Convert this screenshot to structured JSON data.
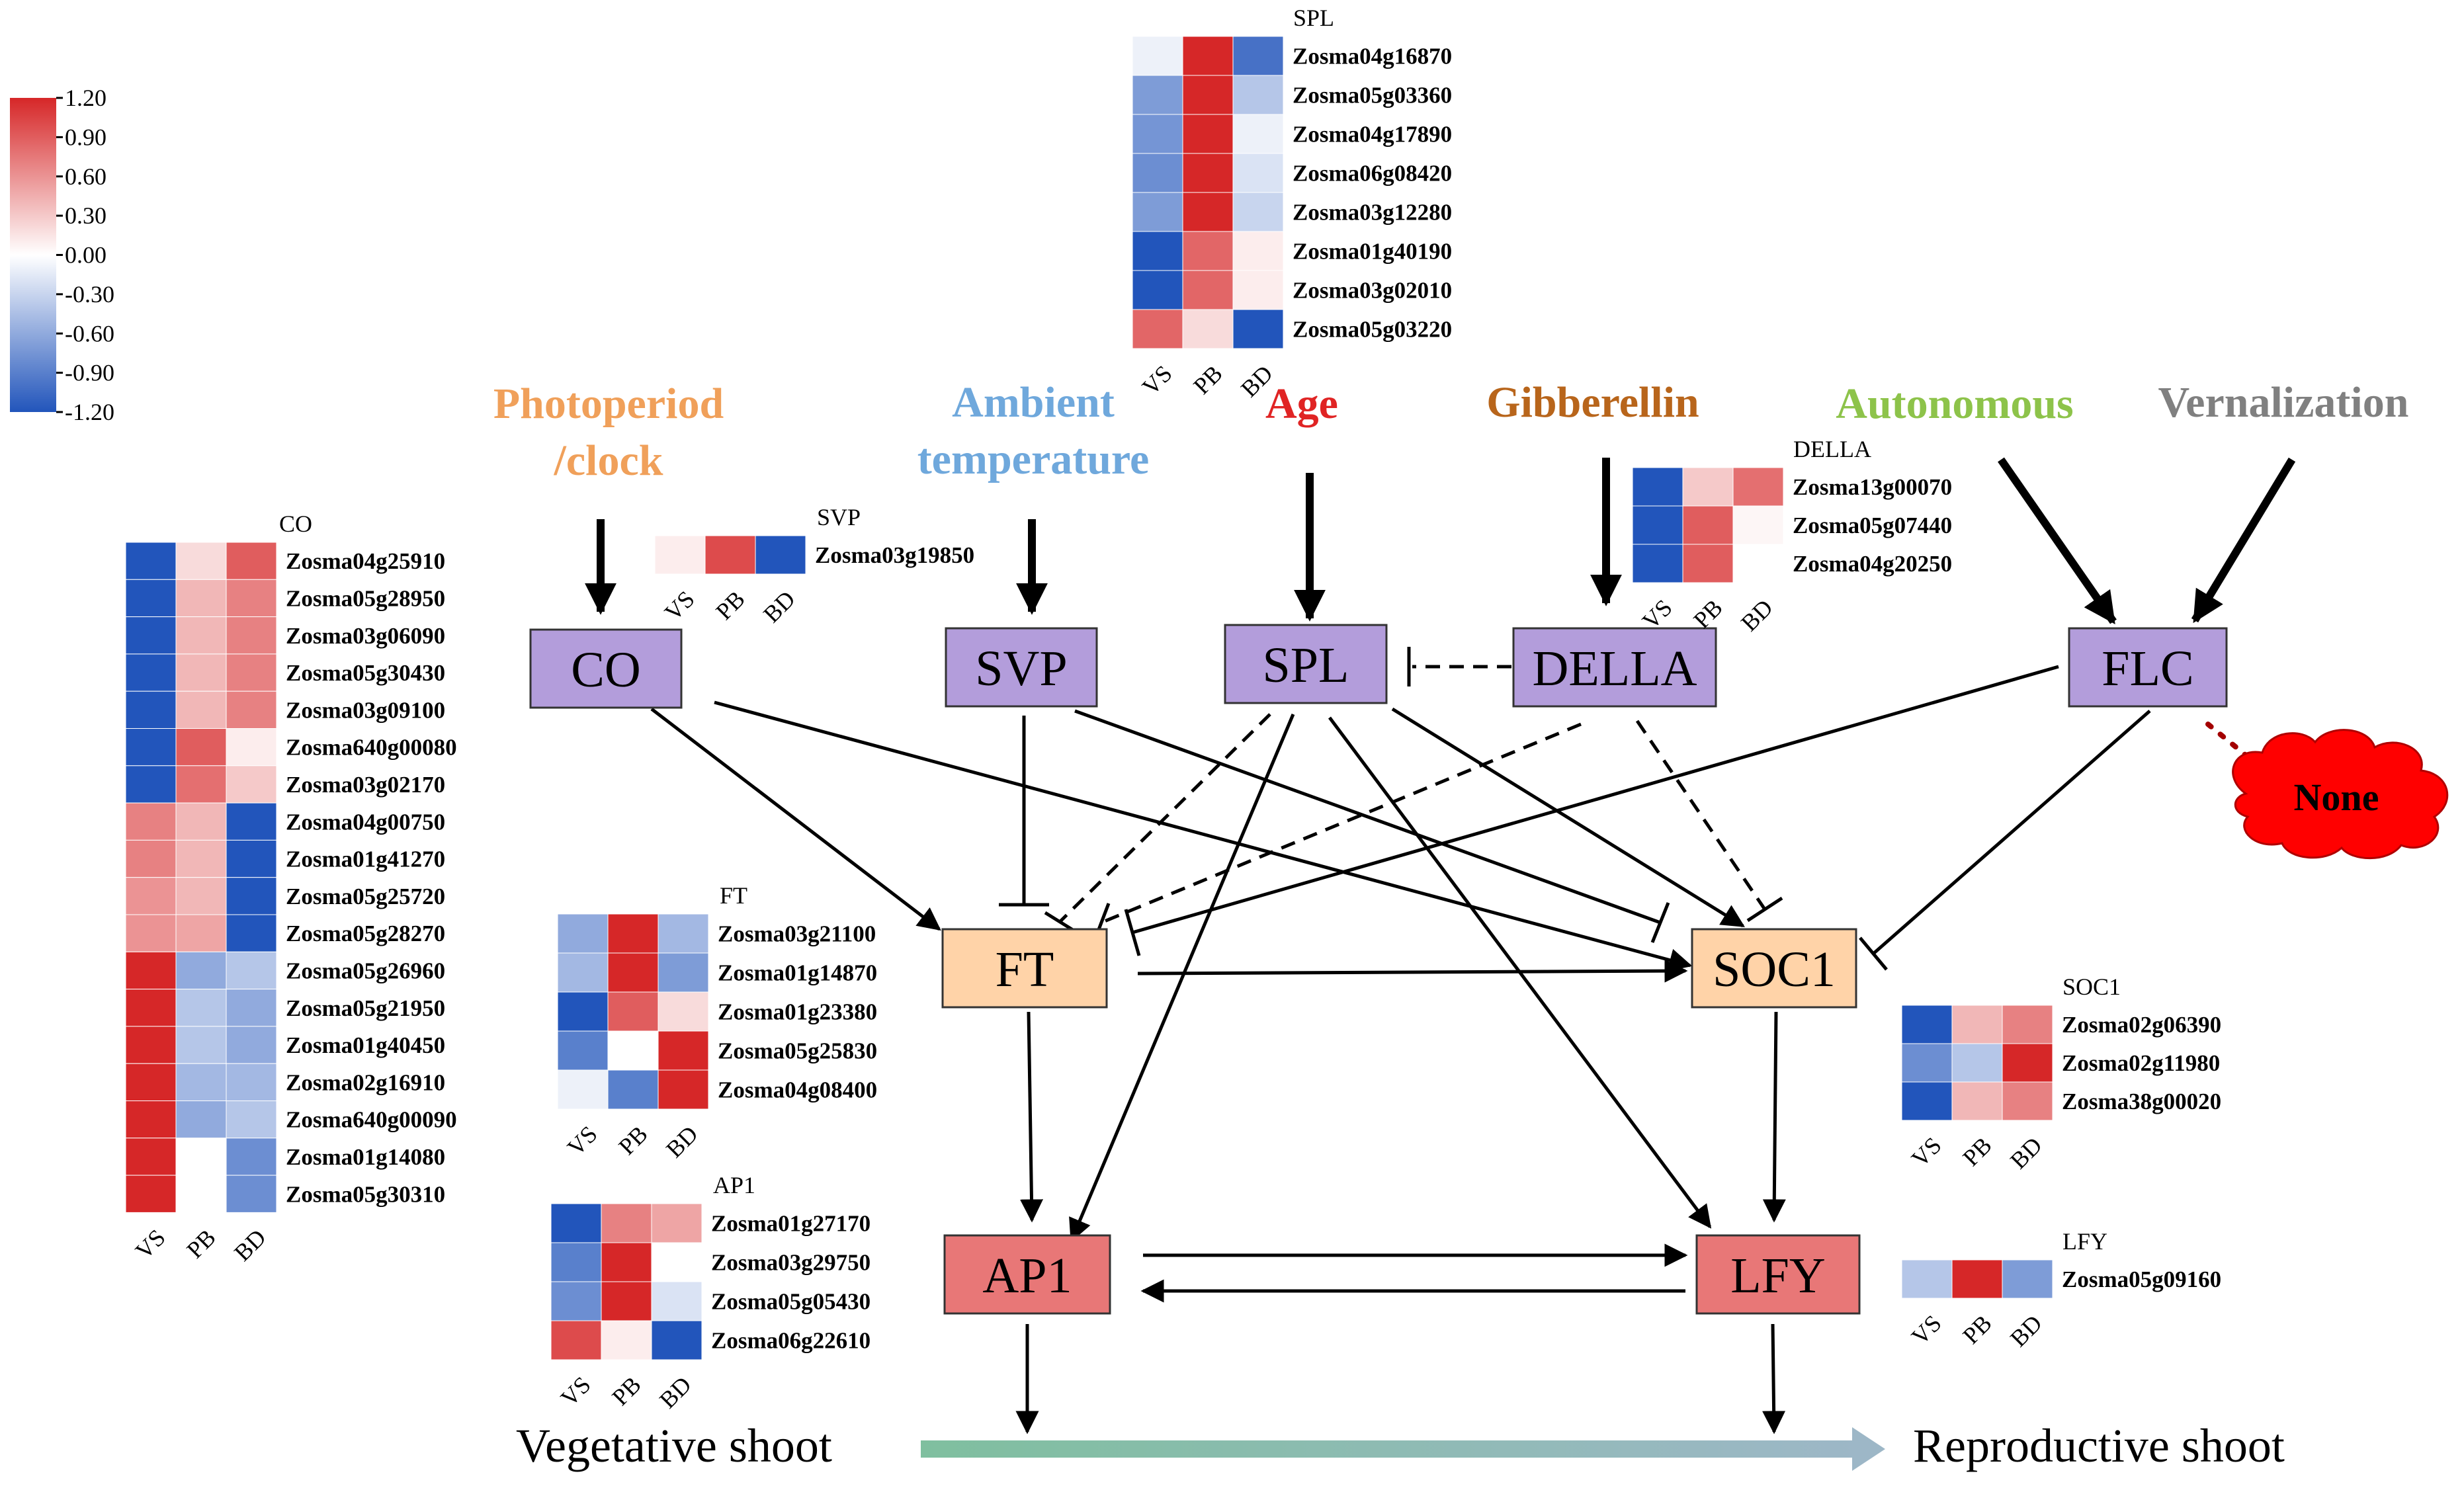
{
  "colors": {
    "purple_node": "#B39DDB",
    "peach_node": "#FFD3A8",
    "red_node": "#E87777",
    "none_blob": "#FF0000",
    "shoot_arrow": "#8FB3B3",
    "photoperiod": "#F0A05A",
    "ambient": "#6FA8DC",
    "age": "#E02424",
    "gibberellin": "#B8651B",
    "autonomous": "#8DC34A",
    "vernalization": "#808080"
  },
  "legend": {
    "ticks": [
      "1.20",
      "0.90",
      "0.60",
      "0.30",
      "0.00",
      "-0.30",
      "-0.60",
      "-0.90",
      "-1.20"
    ],
    "max": 1.2,
    "min": -1.2
  },
  "pathways": {
    "photoperiod_l1": "Photoperiod",
    "photoperiod_l2": "/clock",
    "ambient_l1": "Ambient",
    "ambient_l2": "temperature",
    "age": "Age",
    "gibberellin": "Gibberellin",
    "autonomous": "Autonomous",
    "vernalization": "Vernalization"
  },
  "nodes": {
    "CO": "CO",
    "SVP": "SVP",
    "SPL": "SPL",
    "DELLA": "DELLA",
    "FLC": "FLC",
    "FT": "FT",
    "SOC1": "SOC1",
    "AP1": "AP1",
    "LFY": "LFY",
    "none": "None"
  },
  "bottom": {
    "vegetative": "Vegetative shoot",
    "reproductive": "Reproductive shoot"
  },
  "heatmaps": [
    {
      "id": "SPL",
      "title": "SPL",
      "columns": [
        "VS",
        "PB",
        "BD"
      ],
      "genes": [
        "Zosma04g16870",
        "Zosma05g03360",
        "Zosma04g17890",
        "Zosma06g08420",
        "Zosma03g12280",
        "Zosma01g40190",
        "Zosma03g02010",
        "Zosma05g03220"
      ],
      "values": [
        [
          -0.1,
          1.2,
          -1.0
        ],
        [
          -0.7,
          1.2,
          -0.4
        ],
        [
          -0.75,
          1.2,
          -0.1
        ],
        [
          -0.8,
          1.2,
          -0.2
        ],
        [
          -0.7,
          1.2,
          -0.3
        ],
        [
          -1.2,
          0.85,
          0.1
        ],
        [
          -1.2,
          0.85,
          0.1
        ],
        [
          0.85,
          0.2,
          -1.2
        ]
      ]
    },
    {
      "id": "SVP",
      "title": "SVP",
      "columns": [
        "VS",
        "PB",
        "BD"
      ],
      "genes": [
        "Zosma03g19850"
      ],
      "values": [
        [
          0.1,
          1.0,
          -1.2
        ]
      ]
    },
    {
      "id": "DELLA",
      "title": "DELLA",
      "columns": [
        "VS",
        "PB",
        "BD"
      ],
      "genes": [
        "Zosma13g00070",
        "Zosma05g07440",
        "Zosma04g20250"
      ],
      "values": [
        [
          -1.2,
          0.3,
          0.8
        ],
        [
          -1.2,
          0.9,
          0.05
        ],
        [
          -1.2,
          0.9,
          0.0
        ]
      ]
    },
    {
      "id": "CO",
      "title": "CO",
      "columns": [
        "VS",
        "PB",
        "BD"
      ],
      "genes": [
        "Zosma04g25910",
        "Zosma05g28950",
        "Zosma03g06090",
        "Zosma05g30430",
        "Zosma03g09100",
        "Zosma640g00080",
        "Zosma03g02170",
        "Zosma04g00750",
        "Zosma01g41270",
        "Zosma05g25720",
        "Zosma05g28270",
        "Zosma05g26960",
        "Zosma05g21950",
        "Zosma01g40450",
        "Zosma02g16910",
        "Zosma640g00090",
        "Zosma01g14080",
        "Zosma05g30310"
      ],
      "values": [
        [
          -1.2,
          0.2,
          0.9
        ],
        [
          -1.2,
          0.4,
          0.7
        ],
        [
          -1.2,
          0.4,
          0.7
        ],
        [
          -1.2,
          0.4,
          0.7
        ],
        [
          -1.2,
          0.4,
          0.7
        ],
        [
          -1.2,
          0.9,
          0.1
        ],
        [
          -1.2,
          0.8,
          0.3
        ],
        [
          0.7,
          0.4,
          -1.2
        ],
        [
          0.7,
          0.4,
          -1.2
        ],
        [
          0.6,
          0.4,
          -1.2
        ],
        [
          0.6,
          0.5,
          -1.2
        ],
        [
          1.2,
          -0.6,
          -0.4
        ],
        [
          1.2,
          -0.4,
          -0.6
        ],
        [
          1.2,
          -0.4,
          -0.6
        ],
        [
          1.2,
          -0.5,
          -0.5
        ],
        [
          1.2,
          -0.6,
          -0.4
        ],
        [
          1.2,
          0.0,
          -0.8
        ],
        [
          1.2,
          0.0,
          -0.8
        ]
      ]
    },
    {
      "id": "FT",
      "title": "FT",
      "columns": [
        "VS",
        "PB",
        "BD"
      ],
      "genes": [
        "Zosma03g21100",
        "Zosma01g14870",
        "Zosma01g23380",
        "Zosma05g25830",
        "Zosma04g08400"
      ],
      "values": [
        [
          -0.6,
          1.2,
          -0.5
        ],
        [
          -0.5,
          1.2,
          -0.7
        ],
        [
          -1.2,
          0.9,
          0.2
        ],
        [
          -0.9,
          0.0,
          1.2
        ],
        [
          -0.1,
          -0.9,
          1.2
        ]
      ]
    },
    {
      "id": "SOC1",
      "title": "SOC1",
      "columns": [
        "VS",
        "PB",
        "BD"
      ],
      "genes": [
        "Zosma02g06390",
        "Zosma02g11980",
        "Zosma38g00020"
      ],
      "values": [
        [
          -1.2,
          0.4,
          0.7
        ],
        [
          -0.8,
          -0.4,
          1.2
        ],
        [
          -1.2,
          0.4,
          0.7
        ]
      ]
    },
    {
      "id": "AP1",
      "title": "AP1",
      "columns": [
        "VS",
        "PB",
        "BD"
      ],
      "genes": [
        "Zosma01g27170",
        "Zosma03g29750",
        "Zosma05g05430",
        "Zosma06g22610"
      ],
      "values": [
        [
          -1.2,
          0.7,
          0.5
        ],
        [
          -0.9,
          1.2,
          0.0
        ],
        [
          -0.8,
          1.2,
          -0.2
        ],
        [
          1.0,
          0.1,
          -1.2
        ]
      ]
    },
    {
      "id": "LFY",
      "title": "LFY",
      "columns": [
        "VS",
        "PB",
        "BD"
      ],
      "genes": [
        "Zosma05g09160"
      ],
      "values": [
        [
          -0.4,
          1.2,
          -0.7
        ]
      ]
    }
  ]
}
